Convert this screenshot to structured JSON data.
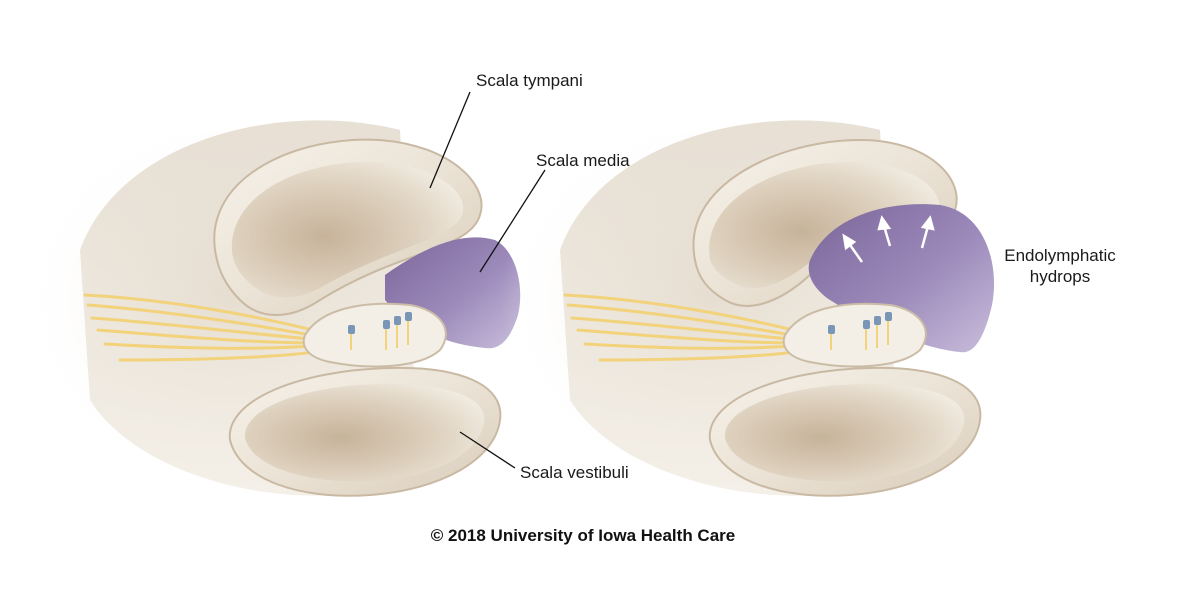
{
  "labels": {
    "scala_tympani": "Scala tympani",
    "scala_media": "Scala media",
    "scala_vestibuli": "Scala vestibuli",
    "endolymphatic_line1": "Endolymphatic",
    "endolymphatic_line2": "hydrops"
  },
  "copyright": "© 2018 University of Iowa Health Care",
  "colors": {
    "tube": "#efe9de",
    "tube_shadow": "#c9b9a3",
    "media": "#8e79ac",
    "nerve": "#f2d27a",
    "hair_cell": "#7a96b6"
  }
}
